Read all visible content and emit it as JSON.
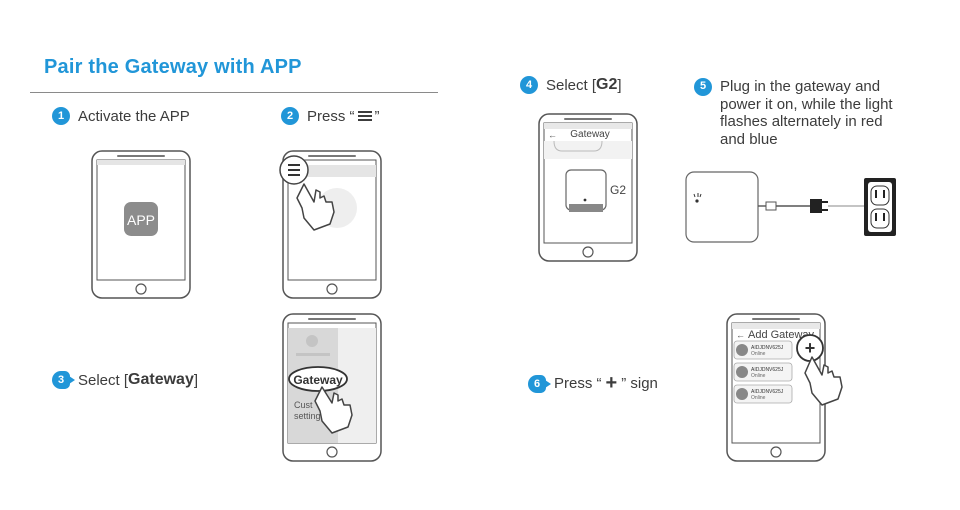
{
  "title": "Pair the Gateway with APP",
  "steps": [
    {
      "num": "1",
      "label": "Activate the APP",
      "screen_text": "APP"
    },
    {
      "num": "2",
      "label_before": "Press “",
      "icon": "menu-icon",
      "label_after": "”"
    },
    {
      "num": "3",
      "label_before": "Select [",
      "label_strong": "Gateway",
      "label_after": "]",
      "menu_items": [
        "Gateway",
        "Cust",
        "setting"
      ]
    },
    {
      "num": "4",
      "label_before": "Select [",
      "label_strong": "G2",
      "label_after": "]",
      "screen_header": "Gateway",
      "device_label": "G2"
    },
    {
      "num": "5",
      "lines": [
        "Plug in the gateway and",
        "power it on, while the light",
        "flashes alternately in red",
        "and blue"
      ]
    },
    {
      "num": "6",
      "label_before": "Press “",
      "label_plus": "+",
      "label_after": "” sign",
      "screen_header": "Add Gateway",
      "list_items": [
        {
          "name": "AIDJDNV625J",
          "status": "Online"
        },
        {
          "name": "AIDJDNV625J",
          "status": "Online"
        },
        {
          "name": "AIDJDNV625J",
          "status": "Online"
        }
      ]
    }
  ],
  "colors": {
    "accent": "#2196d8",
    "line": "#555555",
    "app_icon": "#8c8c8c"
  }
}
